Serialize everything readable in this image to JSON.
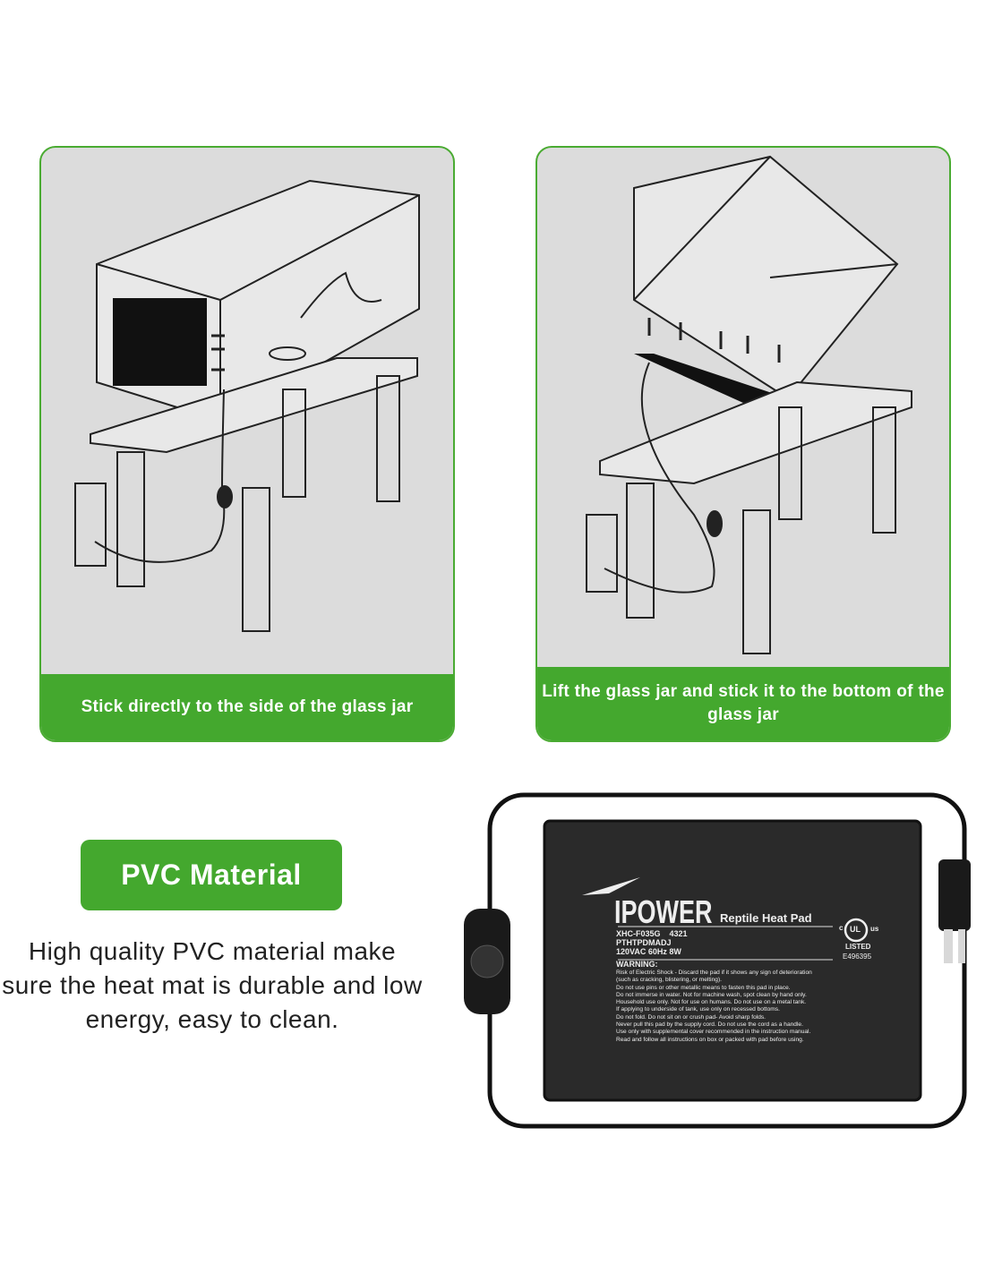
{
  "panels": [
    {
      "caption": "Stick directly to the side of the glass jar"
    },
    {
      "caption": "Lift the glass jar and stick it to the bottom of the glass jar"
    }
  ],
  "feature": {
    "title": "PVC Material",
    "description": "High quality PVC material make sure the heat mat is durable and low energy, easy to clean."
  },
  "label": {
    "brand": "IPOWER",
    "product": "Reptile Heat Pad",
    "model": "XHC-F035G",
    "code": "4321",
    "sku": "PTHTPDMADJ",
    "rating": "120VAC 60Hz 8W",
    "cert_c": "c",
    "cert_ul": "UL",
    "cert_us": "us",
    "listed": "LISTED",
    "cert_no": "E496395",
    "warning_title": "WARNING:",
    "warnings": [
      "Risk of Electric Shock - Discard the pad if it shows any sign of deterioration",
      "(such as cracking, blistering, or melting).",
      "Do not use pins or other metallic means to fasten this pad in place.",
      "Do not immerse in water. Not for machine wash, spot clean by hand only.",
      "Household use only. Not for use on humans. Do not use on a metal tank.",
      "If applying to underside of tank, use only on recessed bottoms.",
      "Do not fold. Do not sit on or crush pad- Avoid sharp folds.",
      "Never pull this pad by the supply cord. Do not use the cord as a handle.",
      "Use only with supplemental cover recommended in the instruction manual.",
      "Read and follow all instructions on box or packed with pad before using."
    ]
  }
}
